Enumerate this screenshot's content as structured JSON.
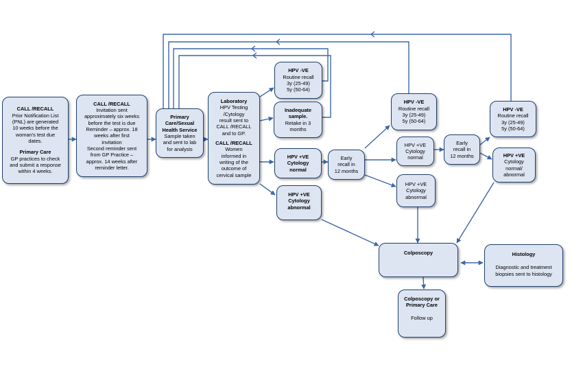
{
  "diagram": {
    "line_color": "#3b66a8",
    "box_fill": "#dde5f2",
    "box_border": "#1f3f6b",
    "nodes": {
      "call_recall_pnl": {
        "title": "CALL /RECALL",
        "lines": [
          "Prior Notification List",
          "(PNL) are generated",
          "10 weeks before the",
          "woman's test due",
          "dates."
        ],
        "title2": "Primary Care",
        "lines2": [
          "GP practices to check",
          "and submit a response",
          "within 4 weeks."
        ]
      },
      "call_recall_invite": {
        "title": "CALL /RECALL",
        "lines": [
          "Invitation sent",
          "approximately six weeks",
          "before the test is due",
          "Reminder – approx. 18",
          "weeks after first",
          "invitation",
          "Second reminder sent",
          "from GP Practice –",
          "approx. 14 weeks after",
          "reminder letter."
        ]
      },
      "primary_care": {
        "title_lines": [
          "Primary",
          "Care/Sexual",
          "Health Service"
        ],
        "lines": [
          "Sample taken",
          "and sent to lab",
          "for analysis"
        ]
      },
      "laboratory": {
        "title": "Laboratory",
        "lines": [
          "HPV Testing",
          "/Cytology",
          "result sent to",
          "CALL /RECALL",
          "and to GP."
        ],
        "title2": "CALL /RECALL",
        "lines2": [
          "Women",
          "informed in",
          "writing of the",
          "outcome of",
          "cervical sample"
        ]
      },
      "hpv_neg_1": {
        "title": "HPV -VE",
        "lines": [
          "Routine recall",
          "3y (25-49)",
          "5y (50-64)"
        ]
      },
      "inadequate": {
        "title_lines": [
          "Inadequate",
          "sample."
        ],
        "lines": [
          "Retake in 3",
          "months"
        ]
      },
      "hpv_pos_normal_1": {
        "title_lines": [
          "HPV +VE",
          "Cytology",
          "normal"
        ]
      },
      "hpv_pos_abnormal_1": {
        "title_lines": [
          "HPV +VE",
          "Cytology",
          "abnormal"
        ]
      },
      "early_recall_1": {
        "lines": [
          "Early",
          "recall in",
          "12 months"
        ]
      },
      "hpv_neg_2": {
        "title": "HPV -VE",
        "lines": [
          "Routine recall",
          "3y (25-49)",
          "5y (50-64)"
        ]
      },
      "hpv_pos_normal_2": {
        "lines": [
          "HPV +VE",
          "Cytology",
          "normal"
        ]
      },
      "hpv_pos_abnormal_2": {
        "lines": [
          "HPV +VE",
          "Cytology",
          "abnormal"
        ]
      },
      "early_recall_2": {
        "lines": [
          "Early",
          "recall in",
          "12 months"
        ]
      },
      "hpv_neg_3": {
        "title": "HPV -VE",
        "lines": [
          "Routine recall",
          "3y (25-49)",
          "5y (50-64)"
        ]
      },
      "hpv_pos_3": {
        "title": "HPV +VE",
        "lines": [
          "Cytology",
          "normal/",
          "abnormal"
        ]
      },
      "colposcopy": {
        "title": "Colposcopy"
      },
      "histology": {
        "title": "Histology",
        "lines": [
          "Diagnostic and treatment",
          "biopsies sent to histology"
        ]
      },
      "colposcopy_primary": {
        "title_lines": [
          "Colposcopy or",
          "Primary Care"
        ],
        "lines": [
          "Follow up"
        ]
      }
    }
  }
}
